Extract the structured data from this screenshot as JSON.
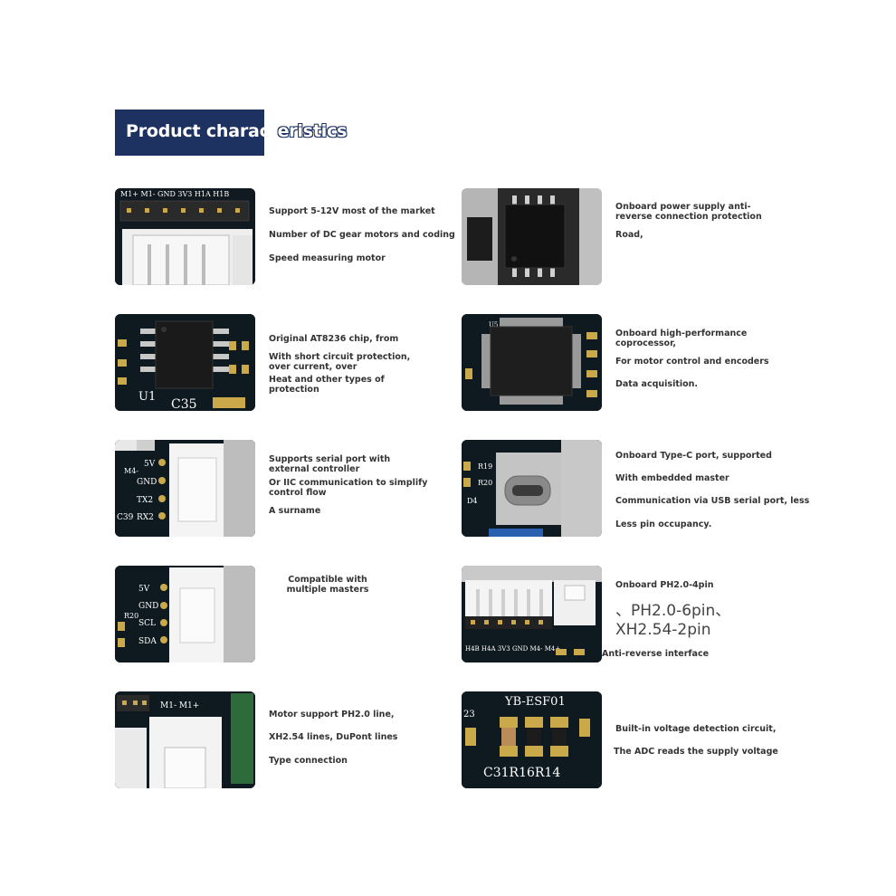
{
  "header": {
    "title_part1": "Product charact",
    "title_part2": "eristics"
  },
  "features": {
    "f1": [
      "Support 5-12V most of the market",
      "Number of DC gear motors and coding",
      "Speed measuring motor"
    ],
    "f2": [
      "Onboard power supply anti-reverse connection protection",
      "Road,"
    ],
    "f3": [
      "Original AT8236 chip, from",
      "With short circuit protection, over current, over",
      "Heat and other types of protection"
    ],
    "f4": [
      "Onboard high-performance coprocessor,",
      "For motor control and encoders",
      "Data acquisition."
    ],
    "f5": [
      "Supports serial port with external controller",
      "Or IIC communication to simplify control flow",
      "A surname"
    ],
    "f6": [
      "Onboard Type-C port, supported",
      "With embedded master",
      "Communication via USB serial port, less",
      "Less pin occupancy."
    ],
    "f7": [
      "Compatible with multiple masters"
    ],
    "f8": [
      "Onboard PH2.0-4pin",
      "、PH2.0-6pin、",
      "XH2.54-2pin",
      "Anti-reverse interface"
    ],
    "f9": [
      "Motor support PH2.0 line,",
      "XH2.54 lines, DuPont lines",
      "Type connection"
    ],
    "f10": [
      "Built-in voltage detection circuit,",
      "The ADC reads the supply voltage"
    ]
  },
  "silkscreen": {
    "pins1": "M1+ M1- GND 3V3 H1A H1B",
    "chip_label": "C35",
    "u1": "U1",
    "port_labels": [
      "5V",
      "GND",
      "TX2",
      "RX2"
    ],
    "m4": "M4-",
    "c39": "C39",
    "i2c_labels": [
      "5V",
      "GND",
      "SCL",
      "SDA"
    ],
    "r20": "R20",
    "motor_labels": "M1- M1+",
    "board_name": "YB-ESF01",
    "resistors": "C31R16R14",
    "r23": "23",
    "u5": "U5",
    "ph_pins": "H4B H4A 3V3 GND M4- M4+",
    "typec_r": [
      "R19",
      "R20",
      "D4"
    ]
  },
  "colors": {
    "banner": "#1d3260",
    "pcb": "#0f1a22",
    "connector": "#f2f2f2"
  }
}
